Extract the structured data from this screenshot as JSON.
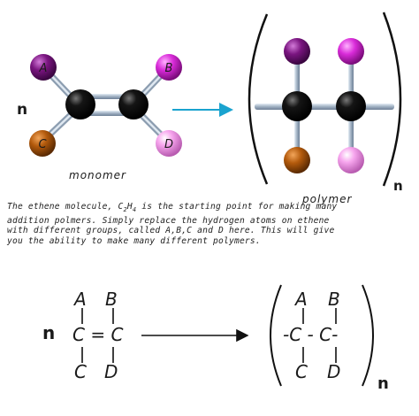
{
  "colors": {
    "group_a": "#7a1580",
    "group_b": "#d92bd9",
    "group_c": "#b35a0c",
    "group_d": "#f7a6ee",
    "carbon": "#0b0b0b",
    "bond": "#a9b8c8",
    "arrow_top": "#1aa3cf",
    "ink": "#111111"
  },
  "top": {
    "n_label": "n",
    "atom_labels": {
      "a": "A",
      "b": "B",
      "c": "C",
      "d": "D"
    },
    "monomer_caption": "monomer",
    "polymer_caption": "polymer",
    "polymer_subscript": "n"
  },
  "description": {
    "line1_before": "The ethene molecule, C",
    "sub2": "2",
    "h": "H",
    "sub4": "4",
    "line1_after": " is the starting point for making many",
    "line2": "addition polmers.  Simply replace the hydrogen atoms on ethene",
    "line3": "with different groups, called A,B,C and D here.  This will give",
    "line4": "you the ability to make many different polymers."
  },
  "equation": {
    "n_left": "n",
    "left_top_a": "A",
    "left_top_b": "B",
    "left_middle": "C = C",
    "left_bottom_c": "C",
    "left_bottom_d": "D",
    "right_top_a": "A",
    "right_top_b": "B",
    "right_middle": "-C - C-",
    "right_bottom_c": "C",
    "right_bottom_d": "D",
    "n_right": "n"
  }
}
